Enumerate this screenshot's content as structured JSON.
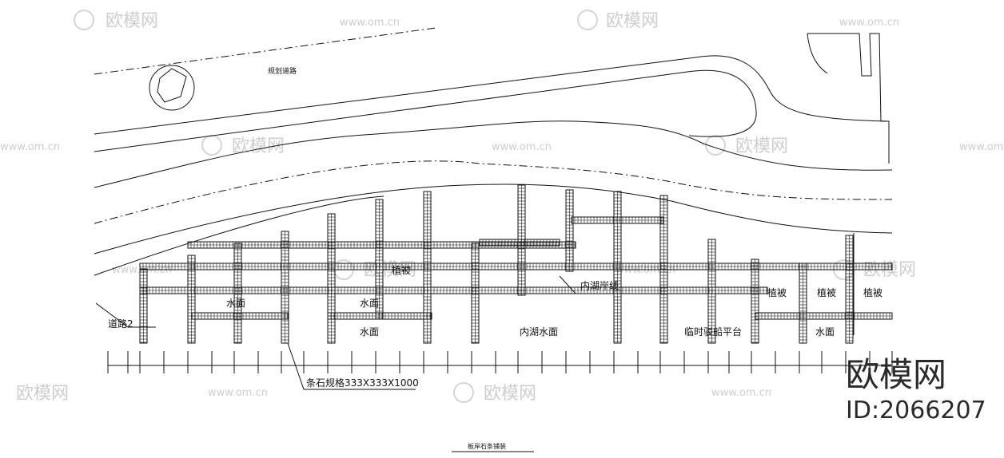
{
  "drawing": {
    "road_label": "规划道路",
    "road2_label": "道路2",
    "stone_spec": "条石规格333X333X1000",
    "caption": "板岸石条铺装"
  },
  "area_labels": {
    "planting": "植被",
    "water": "水面",
    "lake_water": "内湖水面",
    "lake_shoreline": "内湖岸线",
    "platform": "临时驳船平台"
  },
  "watermark": {
    "brand": "欧模网",
    "site": "www.om.cn",
    "id": "ID:2066207"
  }
}
